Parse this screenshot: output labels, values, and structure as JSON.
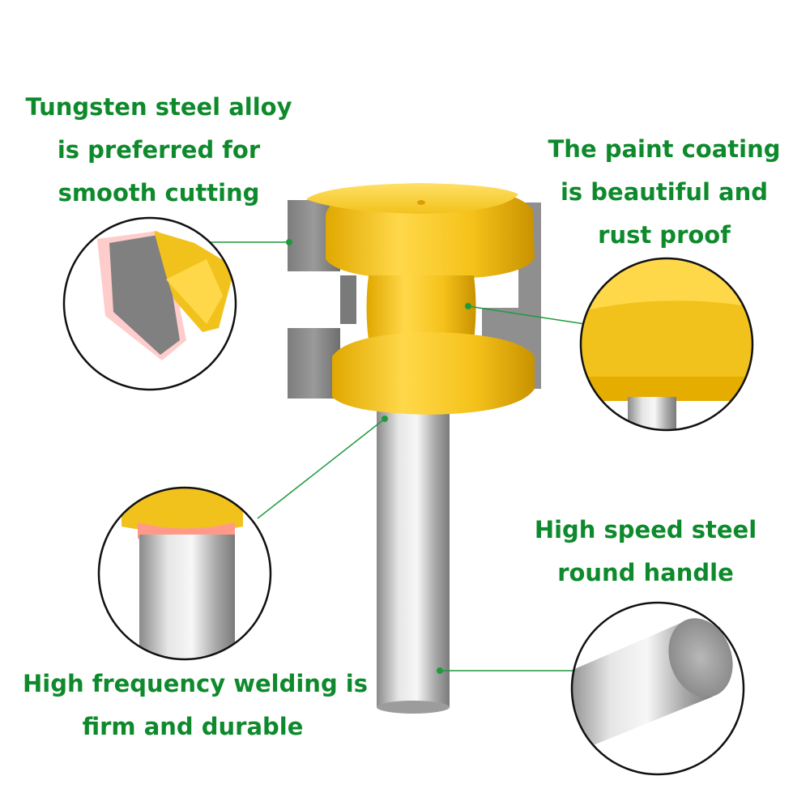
{
  "callouts": {
    "tungsten": {
      "lines": [
        "Tungsten steel alloy",
        "is preferred for",
        "smooth cutting"
      ],
      "icon": "carbide-edge-closeup"
    },
    "paint": {
      "lines": [
        "The paint coating",
        "is beautiful and",
        "rust proof"
      ],
      "icon": "paint-coating-closeup"
    },
    "shank": {
      "lines": [
        "High speed steel",
        "round handle"
      ],
      "icon": "shank-end-closeup"
    },
    "welding": {
      "lines": [
        "High frequency welding is",
        "firm and durable"
      ],
      "icon": "weld-joint-closeup"
    }
  },
  "colors": {
    "label_green": "#0e8a2c",
    "leader_green": "#1e9a3c",
    "body_yellow": "#f2c21c",
    "carbide_gray": "#8c8c8c",
    "shank_silver": "#c9c9c9"
  }
}
